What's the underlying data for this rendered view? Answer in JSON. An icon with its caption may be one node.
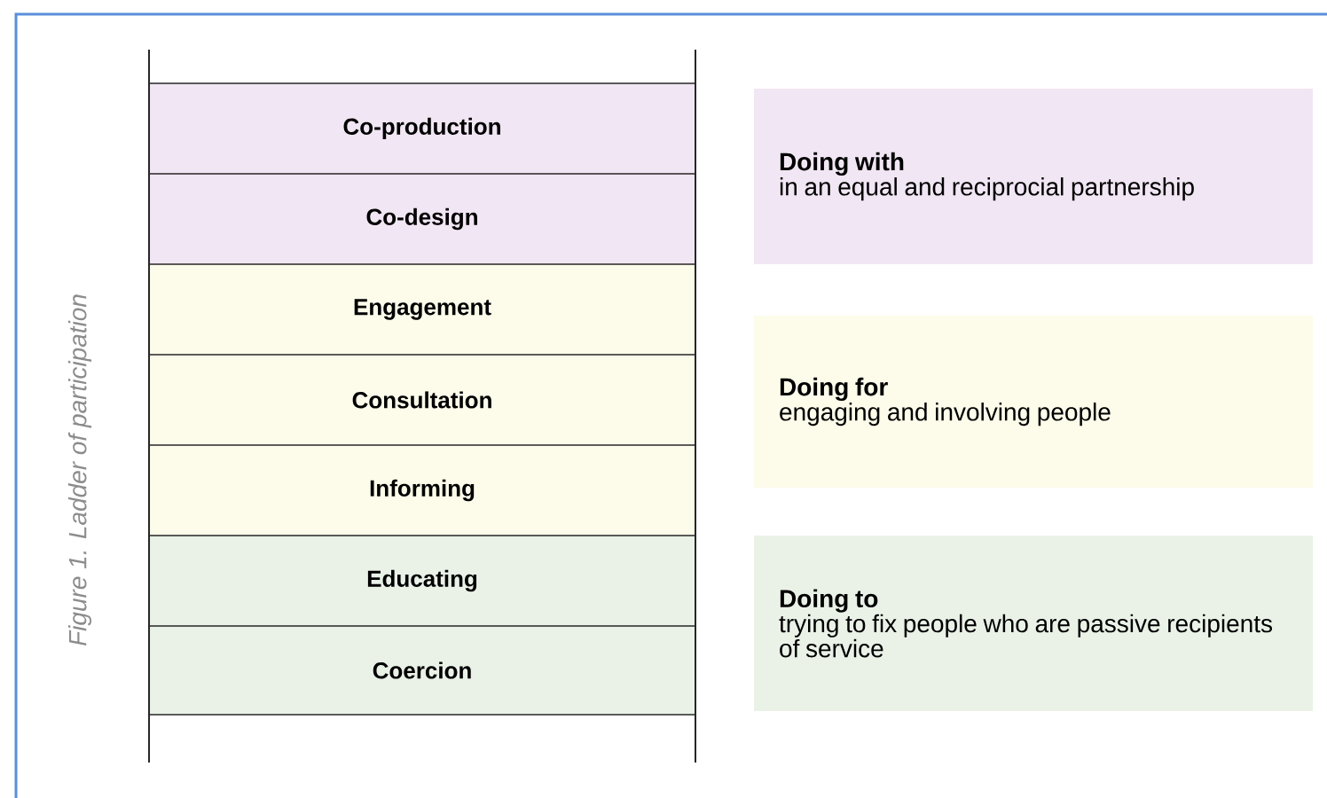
{
  "diagram": {
    "caption": "Figure 1. Ladder of participation",
    "nodes": [
      {
        "text": [
          "Co-production"
        ]
      },
      {
        "text": [
          "Co-design"
        ]
      },
      {
        "text": [
          "Engagement"
        ]
      },
      {
        "text": [
          "Consultation"
        ]
      },
      {
        "text": [
          "Informing"
        ]
      },
      {
        "text": [
          "Educating"
        ]
      },
      {
        "text": [
          "Coercion"
        ]
      },
      {
        "text": [
          "Doing with",
          "in an equal and reciprocial partnership"
        ]
      },
      {
        "text": [
          "Doing for",
          "engaging and involving people"
        ]
      },
      {
        "text": [
          "Doing to",
          "trying to fix people who are passive recipients of service"
        ]
      }
    ]
  }
}
